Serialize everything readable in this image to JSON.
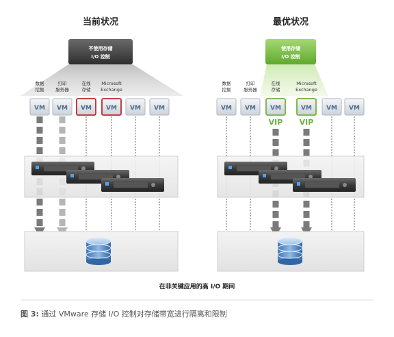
{
  "panels": [
    {
      "title": "当前状况",
      "control_box": {
        "line1": "不使用存储",
        "line2": "I/O 控制",
        "color": "#505050"
      },
      "vms": [
        {
          "label1": "数据",
          "label2": "挖掘",
          "label3": "",
          "vm": "VM",
          "vip": "",
          "highlight": ""
        },
        {
          "label1": "打印",
          "label2": "服务器",
          "label3": "",
          "vm": "VM",
          "vip": "",
          "highlight": ""
        },
        {
          "label1": "在线",
          "label2": "存储",
          "label3": "",
          "vm": "VM",
          "vip": "",
          "highlight": "#c0282d"
        },
        {
          "label1": "Microsoft",
          "label2": "Exchange",
          "label3": "",
          "vm": "VM",
          "vip": "",
          "highlight": "#c0282d"
        },
        {
          "label1": "",
          "label2": "",
          "label3": "",
          "vm": "VM",
          "vip": "",
          "highlight": ""
        },
        {
          "label1": "",
          "label2": "",
          "label3": "",
          "vm": "VM",
          "vip": "",
          "highlight": ""
        }
      ]
    },
    {
      "title": "最优状况",
      "control_box": {
        "line1": "使用存储",
        "line2": "I/O 控制",
        "color": "#7cc142"
      },
      "vms": [
        {
          "label1": "数据",
          "label2": "挖掘",
          "label3": "",
          "vm": "VM",
          "vip": "",
          "highlight": ""
        },
        {
          "label1": "打印",
          "label2": "服务器",
          "label3": "",
          "vm": "VM",
          "vip": "",
          "highlight": ""
        },
        {
          "label1": "在线",
          "label2": "存储",
          "label3": "",
          "vm": "VM",
          "vip": "VIP",
          "highlight": "#6db33f"
        },
        {
          "label1": "Microsoft",
          "label2": "Exchange",
          "label3": "",
          "vm": "VM",
          "vip": "VIP",
          "highlight": "#6db33f"
        },
        {
          "label1": "",
          "label2": "",
          "label3": "",
          "vm": "VM",
          "vip": "",
          "highlight": ""
        },
        {
          "label1": "",
          "label2": "",
          "label3": "",
          "vm": "VM",
          "vip": "",
          "highlight": ""
        }
      ]
    }
  ],
  "bottom_label": "在非关键应用的高 I/O 期间",
  "caption": {
    "figure": "图 3:",
    "text": " 通过 VMware 存储 I/O 控制对存储带宽进行隔离和限制"
  }
}
